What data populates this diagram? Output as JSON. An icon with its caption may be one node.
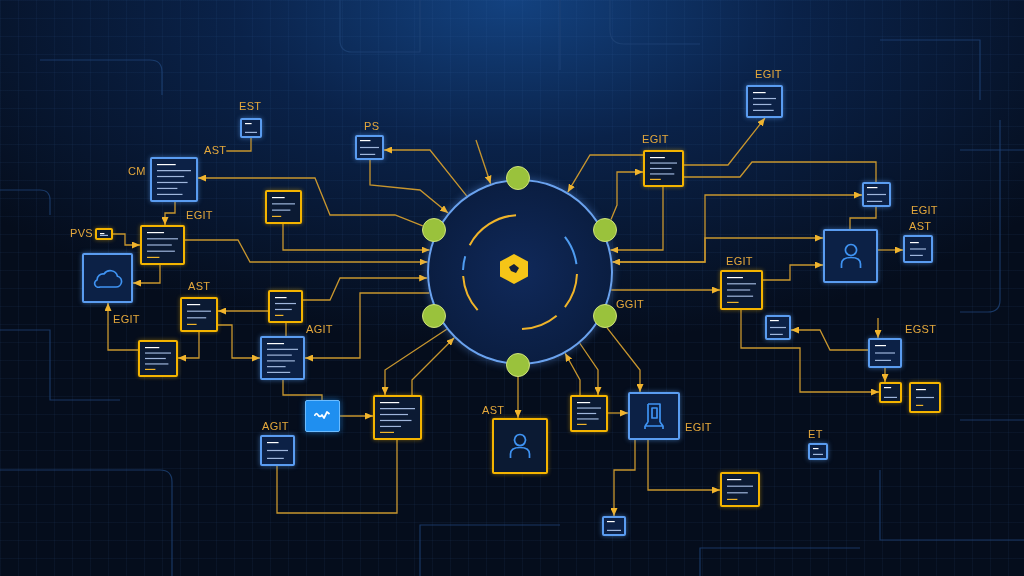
{
  "diagram": {
    "nodes": [
      {
        "text": [],
        "shape": "circle"
      },
      {
        "text": [],
        "shape": "circle"
      },
      {
        "text": [],
        "shape": "circle"
      },
      {
        "text": [],
        "shape": "circle"
      },
      {
        "text": [],
        "shape": "circle"
      },
      {
        "text": [],
        "shape": "circle"
      },
      {
        "text": [],
        "shape": "circle"
      },
      {
        "text": [
          "EST"
        ]
      },
      {
        "text": [
          "PS"
        ]
      },
      {
        "text": [
          "EGIT"
        ]
      },
      {
        "text": [
          "EGIT"
        ]
      },
      {
        "text": [
          "CM"
        ]
      },
      {
        "text": [
          "AST"
        ]
      },
      {
        "text": [],
        "shape": "box"
      },
      {
        "text": [],
        "shape": "box"
      },
      {
        "text": [
          "PVS"
        ]
      },
      {
        "text": [
          "EGIT"
        ]
      },
      {
        "text": [],
        "shape": "box"
      },
      {
        "text": [
          "EGIT",
          "AST"
        ]
      },
      {
        "text": [],
        "shape": "box"
      },
      {
        "text": [
          "EGIT"
        ]
      },
      {
        "text": [
          "AST"
        ]
      },
      {
        "text": [],
        "shape": "box"
      },
      {
        "text": [],
        "shape": "box"
      },
      {
        "text": [
          "EGIT"
        ]
      },
      {
        "text": [
          "AGIT"
        ]
      },
      {
        "text": [
          "EGST"
        ]
      },
      {
        "text": [],
        "shape": "box"
      },
      {
        "text": [],
        "shape": "box"
      },
      {
        "text": [],
        "shape": "box"
      },
      {
        "text": [],
        "shape": "box"
      },
      {
        "text": [],
        "shape": "box"
      },
      {
        "text": [
          "EGIT"
        ]
      },
      {
        "text": [
          "AST"
        ]
      },
      {
        "text": [
          "AGIT"
        ]
      },
      {
        "text": [
          "ET"
        ]
      },
      {
        "text": [],
        "shape": "box"
      },
      {
        "text": [],
        "shape": "box"
      }
    ],
    "edges": [
      {
        "from": 7,
        "to": 12,
        "arrow": "none"
      },
      {
        "from": 2,
        "to": 11,
        "arrow": "to"
      },
      {
        "from": 13,
        "to": 0,
        "arrow": "to"
      },
      {
        "from": 16,
        "to": 0,
        "arrow": "to"
      },
      {
        "from": 22,
        "to": 0,
        "arrow": "to"
      },
      {
        "from": 0,
        "to": 25,
        "arrow": "to"
      },
      {
        "from": 22,
        "to": 21,
        "arrow": "to"
      },
      {
        "from": 21,
        "to": 24,
        "arrow": "to"
      },
      {
        "from": 24,
        "to": 19,
        "arrow": "to"
      },
      {
        "from": 16,
        "to": 19,
        "arrow": "to"
      },
      {
        "from": 15,
        "to": 16,
        "arrow": "to"
      },
      {
        "from": 11,
        "to": 16,
        "arrow": "to"
      },
      {
        "from": 21,
        "to": 25,
        "arrow": "to"
      },
      {
        "from": 22,
        "to": 25,
        "arrow": "none"
      },
      {
        "from": 25,
        "to": 29,
        "arrow": "none"
      },
      {
        "from": 29,
        "to": 30,
        "arrow": "to"
      },
      {
        "from": 34,
        "to": 30,
        "arrow": "none"
      },
      {
        "from": 30,
        "to": 0,
        "arrow": "to"
      },
      {
        "from": 0,
        "to": 30,
        "arrow": "to"
      },
      {
        "from": 6,
        "to": 33,
        "arrow": "to"
      },
      {
        "from": 31,
        "to": 0,
        "arrow": "to"
      },
      {
        "from": 0,
        "to": 31,
        "arrow": "to"
      },
      {
        "from": 5,
        "to": 32,
        "arrow": "to"
      },
      {
        "from": 31,
        "to": 32,
        "arrow": "to"
      },
      {
        "from": 32,
        "to": 36,
        "arrow": "to"
      },
      {
        "from": 32,
        "to": 37,
        "arrow": "to"
      },
      {
        "from": 10,
        "to": 9,
        "arrow": "to"
      },
      {
        "from": 10,
        "to": 14,
        "arrow": "none"
      },
      {
        "from": 3,
        "to": 10,
        "arrow": "to"
      },
      {
        "from": 10,
        "to": 0,
        "arrow": "to"
      },
      {
        "from": 14,
        "to": 0,
        "arrow": "both"
      },
      {
        "from": 17,
        "to": 0,
        "arrow": "both"
      },
      {
        "from": 20,
        "to": 17,
        "arrow": "to"
      },
      {
        "from": 0,
        "to": 20,
        "arrow": "to"
      },
      {
        "from": 14,
        "to": 17,
        "arrow": "none"
      },
      {
        "from": 17,
        "to": 18,
        "arrow": "to"
      },
      {
        "from": 20,
        "to": 27,
        "arrow": "to"
      },
      {
        "from": 26,
        "to": 23,
        "arrow": "to"
      },
      {
        "from": 26,
        "to": 27,
        "arrow": "to"
      },
      {
        "from": null,
        "to": 26,
        "arrow": "to"
      },
      {
        "from": 8,
        "to": 0,
        "arrow": "to"
      },
      {
        "from": 0,
        "to": 8,
        "arrow": "to"
      },
      {
        "from": null,
        "to": 0,
        "arrow": "to"
      },
      {
        "from": 10,
        "to": 0,
        "arrow": "to"
      }
    ],
    "labels": [
      "GGIT"
    ]
  }
}
